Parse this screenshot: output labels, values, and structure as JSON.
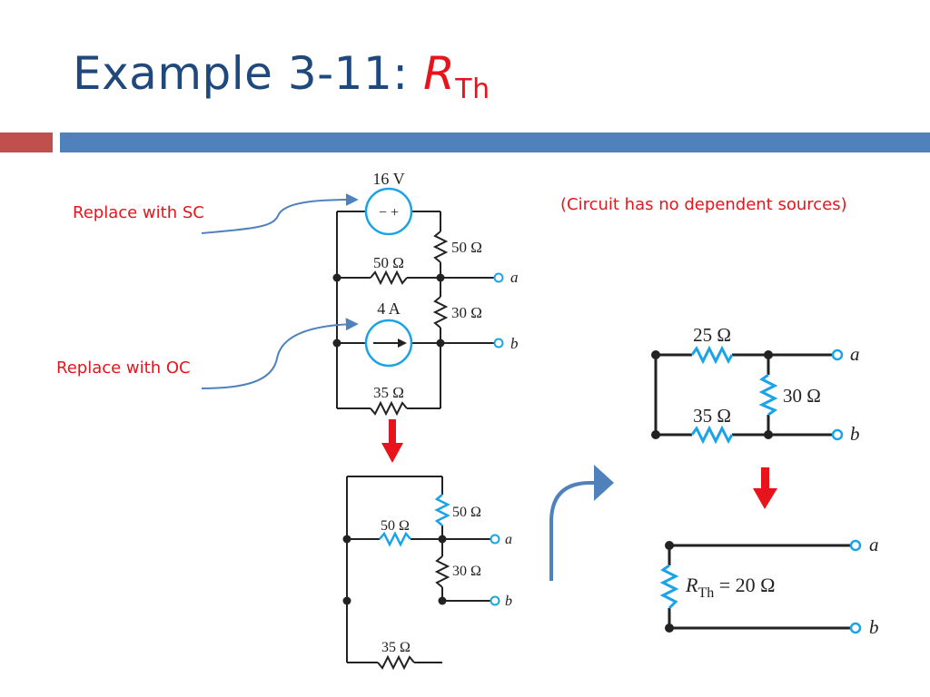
{
  "slide": {
    "title_prefix": "Example 3-11: ",
    "title_symbol": "R",
    "title_subscript": "Th"
  },
  "notes": {
    "replace_sc": "Replace with SC",
    "replace_oc": "Replace with OC",
    "no_dependent": "(Circuit has no dependent sources)"
  },
  "circuit1": {
    "source_v": "16 V",
    "source_signs": "− +",
    "source_i": "4 A",
    "r_top_right": "50 Ω",
    "r_mid_left": "50 Ω",
    "r_mid_right": "30 Ω",
    "r_bottom": "35 Ω",
    "terminal_a": "a",
    "terminal_b": "b"
  },
  "circuit2": {
    "r_top_right": "50 Ω",
    "r_mid_left": "50 Ω",
    "r_mid_right": "30 Ω",
    "r_bottom": "35 Ω",
    "terminal_a": "a",
    "terminal_b": "b"
  },
  "circuit3": {
    "r_top": "25 Ω",
    "r_bottom": "35 Ω",
    "r_right": "30 Ω",
    "terminal_a": "a",
    "terminal_b": "b"
  },
  "circuit4": {
    "rth_symbol": "R",
    "rth_sub": "Th",
    "rth_value": " = 20 Ω",
    "terminal_a": "a",
    "terminal_b": "b"
  },
  "colors": {
    "title": "#1f497d",
    "accent_red": "#e8141b",
    "bar_blue": "#4f81bd",
    "bar_red": "#c0504d",
    "resistor_blue": "#1aa3e8"
  }
}
